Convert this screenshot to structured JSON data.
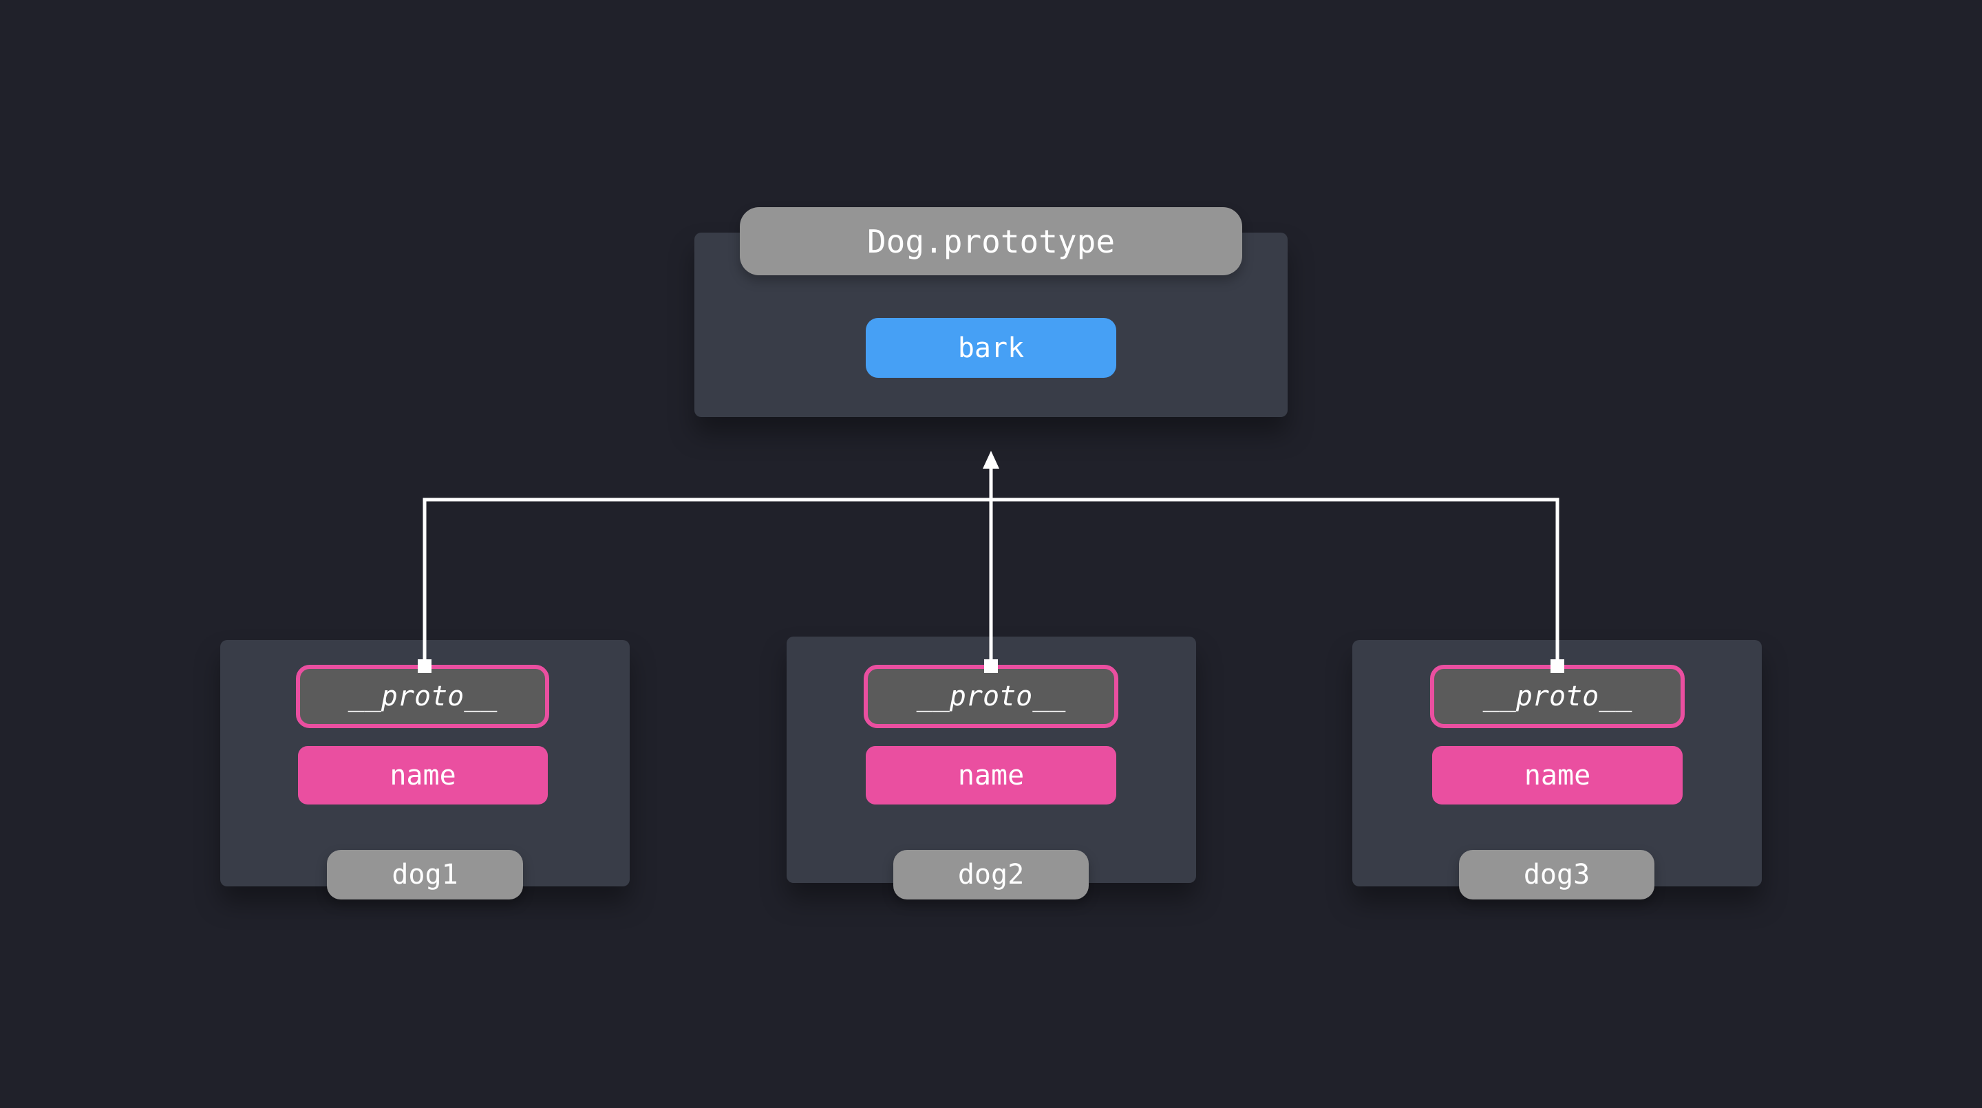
{
  "prototype": {
    "title": "Dog.prototype",
    "method": "bark"
  },
  "instances": [
    {
      "proto_label": "__proto__",
      "property": "name",
      "label": "dog1"
    },
    {
      "proto_label": "__proto__",
      "property": "name",
      "label": "dog2"
    },
    {
      "proto_label": "__proto__",
      "property": "name",
      "label": "dog3"
    }
  ],
  "colors": {
    "background": "#20212a",
    "panel": "#393d48",
    "label_gray": "#959595",
    "method_blue": "#46a0f5",
    "property_pink": "#ea4fa0",
    "proto_fill": "#5b5b5b",
    "connector": "#ffffff"
  }
}
